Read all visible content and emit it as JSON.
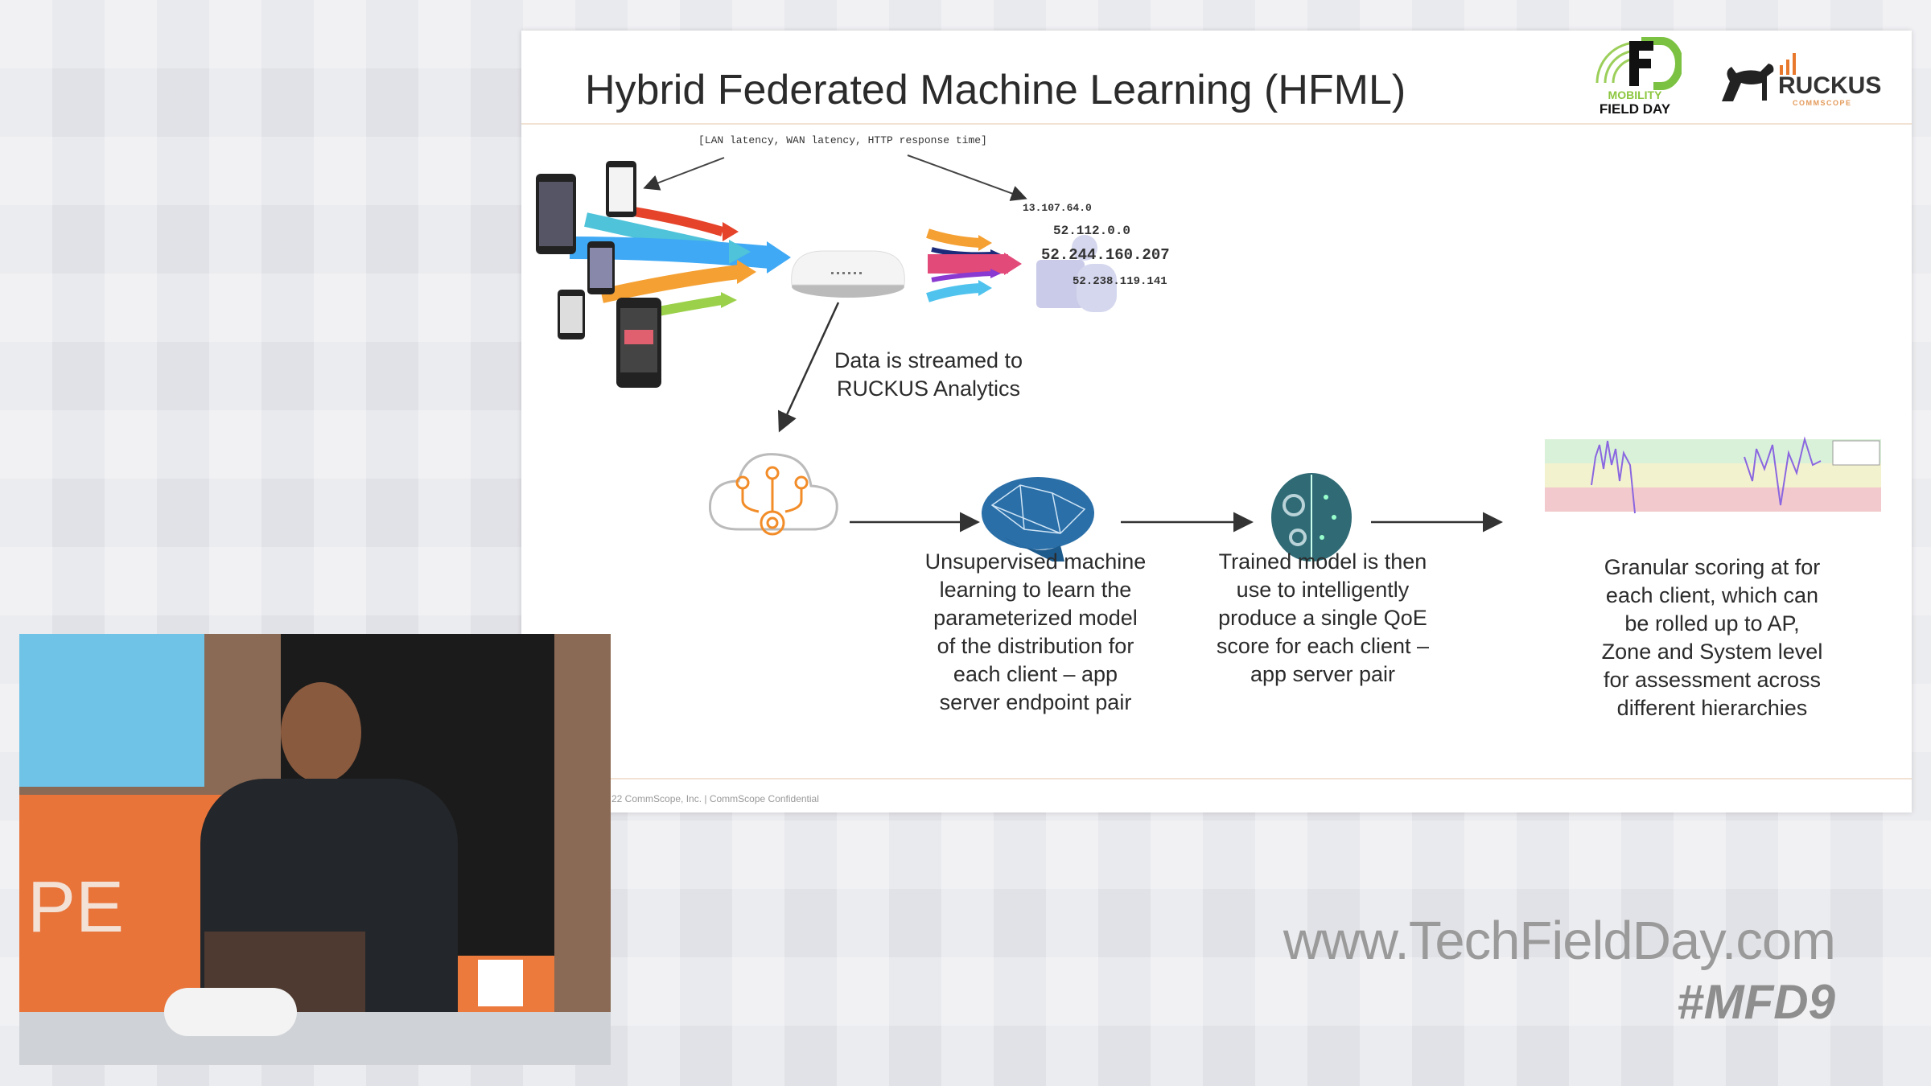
{
  "slide": {
    "title": "Hybrid Federated Machine Learning (HFML)",
    "metrics_label": "[LAN latency, WAN latency, HTTP response time]",
    "ip_addresses": [
      "13.107.64.0",
      "52.112.0.0",
      "52.244.160.207",
      "52.238.119.141"
    ],
    "stream_caption": [
      "Data is streamed to",
      "RUCKUS Analytics"
    ],
    "step_unsupervised": [
      "Unsupervised machine",
      "learning to learn the",
      "parameterized model",
      "of the distribution for",
      "each client – app",
      "server endpoint pair"
    ],
    "step_trained": [
      "Trained model is then",
      "use to intelligently",
      "produce a single QoE",
      "score for each client –",
      "app server pair"
    ],
    "step_scoring": [
      "Granular scoring at for",
      "each client, which can",
      "be rolled up to AP,",
      "Zone and System level",
      "for assessment across",
      "different hierarchies"
    ],
    "footer": "22 CommScope, Inc. | CommScope Confidential",
    "logos": {
      "mfd": [
        "MOBILITY",
        "FIELD DAY"
      ],
      "ruckus": [
        "RUCKUS",
        "COMMSCOPE"
      ]
    },
    "colors": {
      "orange": "#f28c28",
      "green": "#8cc63f",
      "teal": "#1f6f8b"
    }
  },
  "overlay": {
    "website": "www.TechFieldDay.com",
    "hashtag": "#MFD9"
  }
}
